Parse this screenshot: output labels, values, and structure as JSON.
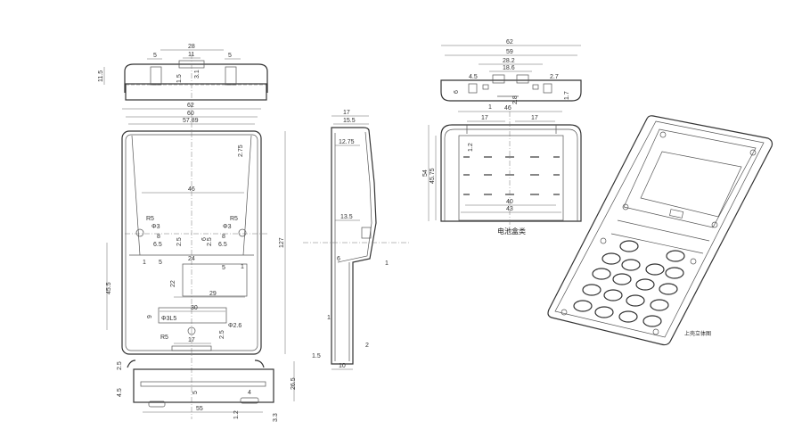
{
  "front_view": {
    "top_cap": {
      "w28": "28",
      "w5a": "5",
      "w5b": "5",
      "w11": "11",
      "h115": "11.5",
      "h15": "1.5",
      "h31": "3.1"
    },
    "body": {
      "w62": "62",
      "w60": "60",
      "w5789": "57.89",
      "d275": "2.75",
      "w46": "46",
      "r45a": "R5",
      "r45b": "R5",
      "phi3a": "Φ3",
      "phi3b": "Φ3",
      "w8a": "8",
      "w8b": "8",
      "w65a": "6.5",
      "w65b": "6.5",
      "d25a": "2.5",
      "d25b": "2.5",
      "d6": "6",
      "d1a": "1",
      "d1b": "1",
      "w5c": "5",
      "w5d": "5",
      "w24": "24",
      "h22": "22",
      "w29": "29",
      "h455": "45.5",
      "w30": "30",
      "h9": "9",
      "label_box": "Φ3L5",
      "r5c": "R5",
      "phi26": "Φ2.6",
      "d25c": "2.5",
      "w17": "17",
      "h127": "127"
    },
    "bottom_cap": {
      "d25": "2.5",
      "h45": "4.5",
      "d5": "5",
      "w55": "55",
      "w4": "4",
      "d12": "1.2",
      "d33": "3.3",
      "h265": "26.5"
    }
  },
  "side_view": {
    "w17": "17",
    "w155": "15.5",
    "w1275": "12.75",
    "w135": "13.5",
    "d6": "6",
    "d1a": "1",
    "d1b": "1",
    "d2": "2",
    "d15": "1.5",
    "w10": "10"
  },
  "battery_cover": {
    "w62": "62",
    "w59": "59",
    "w282": "28.2",
    "w186": "18.6",
    "w45": "4.5",
    "w27": "2.7",
    "h6": "6",
    "h17": "1.7",
    "d1": "1",
    "d28": "2.8",
    "w46": "46",
    "w17a": "17",
    "w17b": "17",
    "d12": "1.2",
    "h54": "54",
    "h4575": "45.75",
    "w40": "40",
    "w43": "43",
    "caption": "电池盒类"
  },
  "iso_view": {
    "caption": "上壳立体图"
  }
}
